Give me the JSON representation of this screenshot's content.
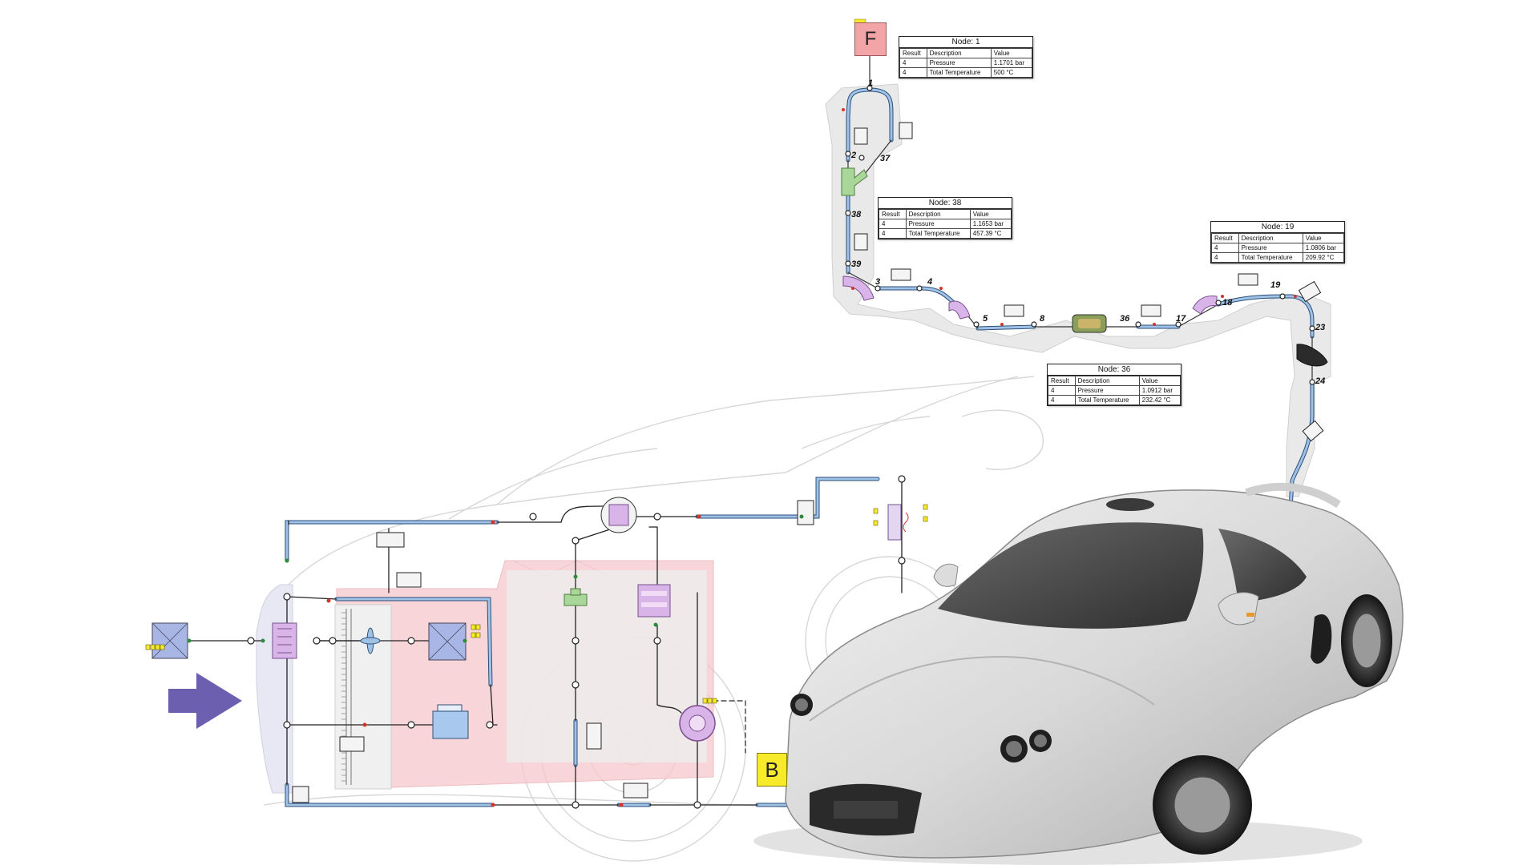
{
  "tables": [
    {
      "id": "node1",
      "title": "Node: 1",
      "headers": [
        "Result",
        "Description",
        "Value"
      ],
      "rows": [
        [
          "4",
          "Pressure",
          "1.1701 bar"
        ],
        [
          "4",
          "Total Temperature",
          "500 °C"
        ]
      ]
    },
    {
      "id": "node38",
      "title": "Node: 38",
      "headers": [
        "Result",
        "Description",
        "Value"
      ],
      "rows": [
        [
          "4",
          "Pressure",
          "1.1653 bar"
        ],
        [
          "4",
          "Total Temperature",
          "457.39 °C"
        ]
      ]
    },
    {
      "id": "node19",
      "title": "Node: 19",
      "headers": [
        "Result",
        "Description",
        "Value"
      ],
      "rows": [
        [
          "4",
          "Pressure",
          "1.0806 bar"
        ],
        [
          "4",
          "Total Temperature",
          "209.92 °C"
        ]
      ]
    },
    {
      "id": "node36",
      "title": "Node: 36",
      "headers": [
        "Result",
        "Description",
        "Value"
      ],
      "rows": [
        [
          "4",
          "Pressure",
          "1.0912 bar"
        ],
        [
          "4",
          "Total Temperature",
          "232.42 °C"
        ]
      ]
    }
  ],
  "node_labels": [
    "1",
    "2",
    "37",
    "38",
    "39",
    "3",
    "4",
    "5",
    "8",
    "36",
    "17",
    "18",
    "19",
    "23",
    "24"
  ],
  "source_block": "F",
  "boundary_block": "B",
  "colors": {
    "pipe_blue": "#9fc2e6",
    "pipe_outline": "#2d4f7a",
    "source_red": "#f2a4a6",
    "zone_pink": "#f6c8cc",
    "block_blue": "#a8b6e6",
    "block_purple": "#d9b4e8",
    "arrow_purple": "#6c5fb0",
    "yellow": "#f6ea2a"
  }
}
